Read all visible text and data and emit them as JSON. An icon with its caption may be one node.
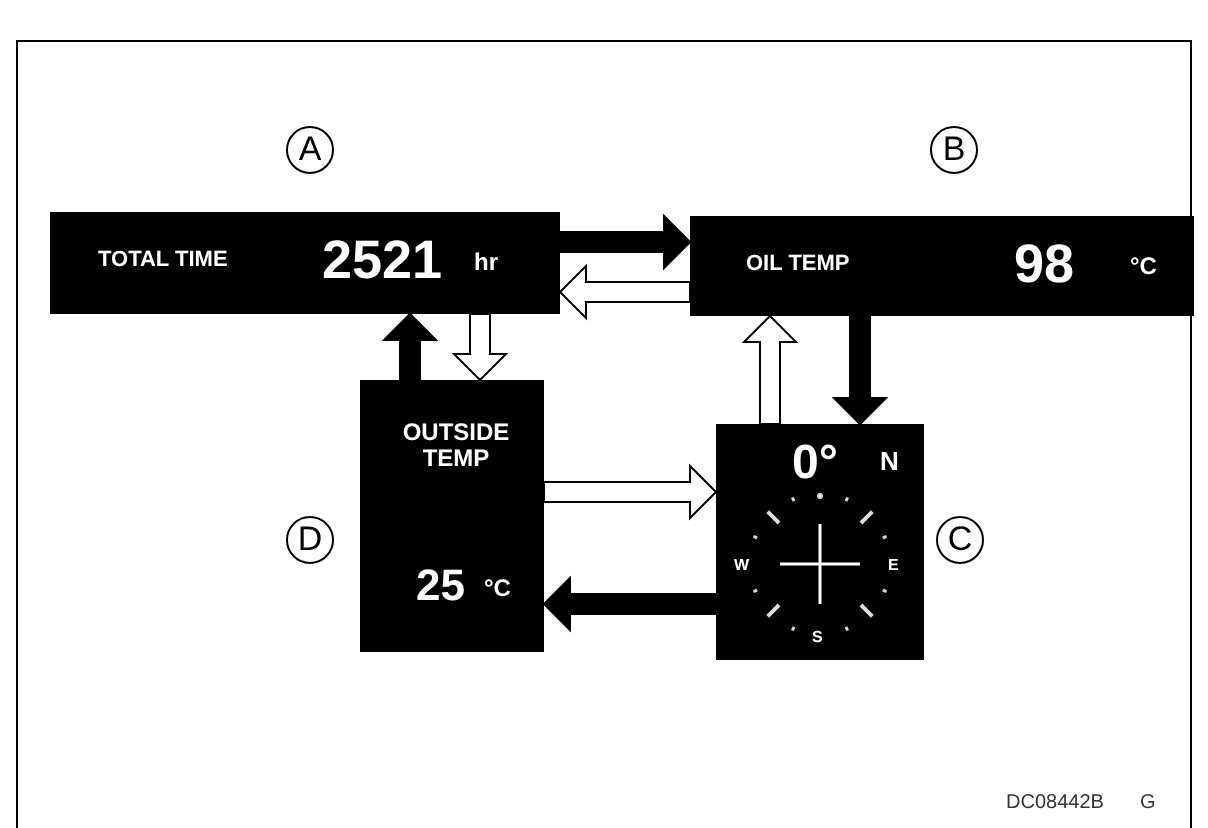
{
  "diagram": {
    "nodes": [
      {
        "text": [
          "TOTAL TIME",
          "2521",
          "hr"
        ],
        "beside": [
          "A"
        ]
      },
      {
        "text": [
          "OIL TEMP",
          "98",
          "°C"
        ],
        "beside": [
          "B"
        ]
      },
      {
        "text": [
          "OUTSIDE TEMP",
          "25",
          "°C"
        ],
        "beside": [
          "D"
        ]
      },
      {
        "text": [
          "0°",
          "N",
          "W",
          "E",
          "S"
        ],
        "beside": [
          "C"
        ]
      }
    ],
    "edges": [
      {
        "from": 0,
        "to": 1,
        "arrow": "to",
        "style": "thick"
      },
      {
        "from": 1,
        "to": 0,
        "arrow": "to",
        "style": "thick",
        "color": "#ffffff"
      },
      {
        "from": 2,
        "to": 0,
        "arrow": "to",
        "style": "thick"
      },
      {
        "from": 0,
        "to": 2,
        "arrow": "to",
        "style": "thick",
        "color": "#ffffff"
      },
      {
        "from": 2,
        "to": 3,
        "arrow": "to",
        "style": "thick",
        "color": "#ffffff"
      },
      {
        "from": 3,
        "to": 2,
        "arrow": "to",
        "style": "thick"
      },
      {
        "from": 3,
        "to": 1,
        "arrow": "to",
        "style": "thick",
        "color": "#ffffff"
      },
      {
        "from": 1,
        "to": 3,
        "arrow": "to",
        "style": "thick"
      }
    ],
    "labels": [
      "DC08442B",
      "G"
    ]
  }
}
